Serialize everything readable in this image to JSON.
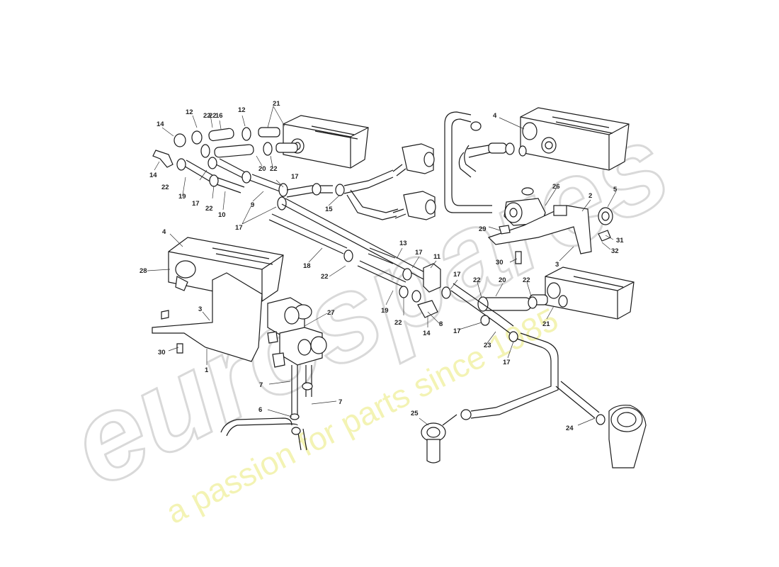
{
  "watermark": {
    "logo": "eurospares",
    "tagline": "a passion for parts since 1985",
    "logo_color": "#d9d9d9",
    "tagline_color": "#f2f2a8"
  },
  "callouts": [
    {
      "id": "l1",
      "text": "1"
    },
    {
      "id": "l2",
      "text": "2"
    },
    {
      "id": "l3a",
      "text": "3"
    },
    {
      "id": "l3b",
      "text": "3"
    },
    {
      "id": "l4a",
      "text": "4"
    },
    {
      "id": "l4b",
      "text": "4"
    },
    {
      "id": "l5",
      "text": "5"
    },
    {
      "id": "l6",
      "text": "6"
    },
    {
      "id": "l7a",
      "text": "7"
    },
    {
      "id": "l7b",
      "text": "7"
    },
    {
      "id": "l8",
      "text": "8"
    },
    {
      "id": "l9",
      "text": "9"
    },
    {
      "id": "l10",
      "text": "10"
    },
    {
      "id": "l11",
      "text": "11"
    },
    {
      "id": "l12a",
      "text": "12"
    },
    {
      "id": "l12b",
      "text": "12"
    },
    {
      "id": "l13",
      "text": "13"
    },
    {
      "id": "l14a",
      "text": "14"
    },
    {
      "id": "l14b",
      "text": "14"
    },
    {
      "id": "l14c",
      "text": "14"
    },
    {
      "id": "l15",
      "text": "15"
    },
    {
      "id": "l16",
      "text": "16"
    },
    {
      "id": "l17a",
      "text": "17"
    },
    {
      "id": "l17b",
      "text": "17"
    },
    {
      "id": "l17c",
      "text": "17"
    },
    {
      "id": "l17d",
      "text": "17"
    },
    {
      "id": "l17e",
      "text": "17"
    },
    {
      "id": "l17f",
      "text": "17"
    },
    {
      "id": "l17g",
      "text": "17"
    },
    {
      "id": "l18",
      "text": "18"
    },
    {
      "id": "l19a",
      "text": "19"
    },
    {
      "id": "l19b",
      "text": "19"
    },
    {
      "id": "l20a",
      "text": "20"
    },
    {
      "id": "l20b",
      "text": "20"
    },
    {
      "id": "l21a",
      "text": "21"
    },
    {
      "id": "l21b",
      "text": "21"
    },
    {
      "id": "l22a",
      "text": "22"
    },
    {
      "id": "l22b",
      "text": "22"
    },
    {
      "id": "l22c",
      "text": "22"
    },
    {
      "id": "l22d",
      "text": "22"
    },
    {
      "id": "l22e",
      "text": "22"
    },
    {
      "id": "l22f",
      "text": "22"
    },
    {
      "id": "l22g",
      "text": "22"
    },
    {
      "id": "l22h",
      "text": "22"
    },
    {
      "id": "l22i",
      "text": "22"
    },
    {
      "id": "l23",
      "text": "23"
    },
    {
      "id": "l24",
      "text": "24"
    },
    {
      "id": "l25",
      "text": "25"
    },
    {
      "id": "l26",
      "text": "26"
    },
    {
      "id": "l27",
      "text": "27"
    },
    {
      "id": "l28",
      "text": "28"
    },
    {
      "id": "l29",
      "text": "29"
    },
    {
      "id": "l30a",
      "text": "30"
    },
    {
      "id": "l30b",
      "text": "30"
    },
    {
      "id": "l31",
      "text": "31"
    },
    {
      "id": "l32",
      "text": "32"
    }
  ]
}
